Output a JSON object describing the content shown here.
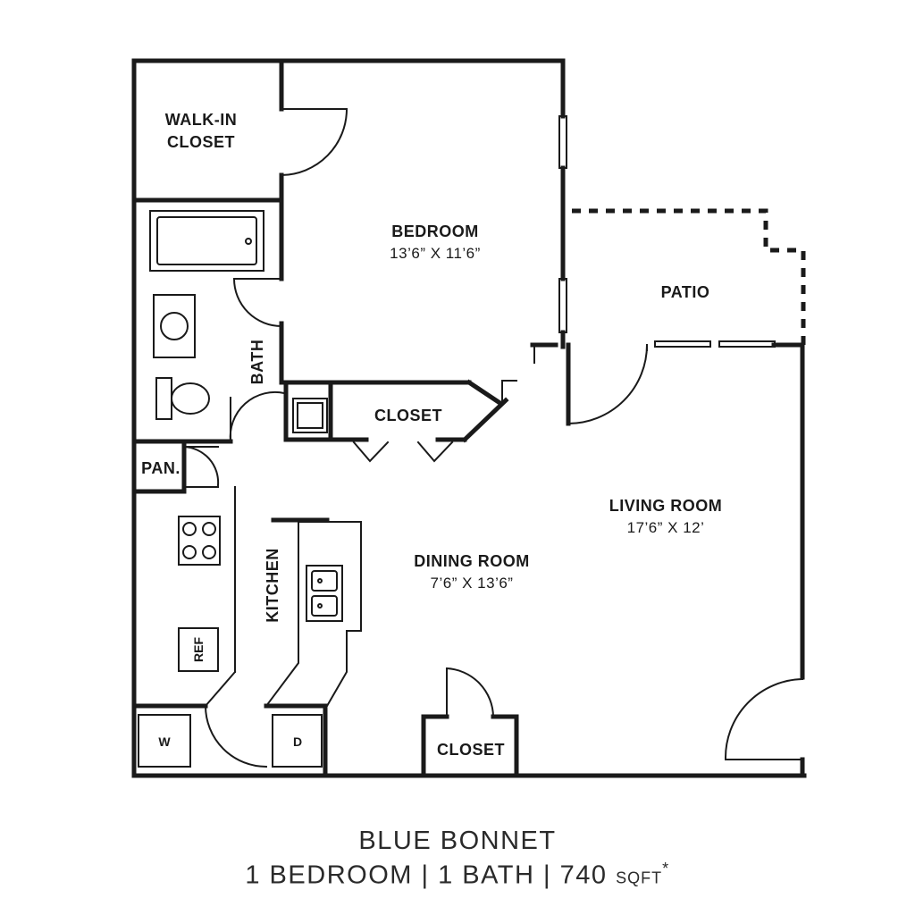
{
  "plan_name": "BLUE BONNET",
  "details": {
    "bedrooms": "1 BEDROOM",
    "separator": "|",
    "baths": "1 BATH",
    "area": "740",
    "area_unit": "SQFT",
    "asterisk": "*"
  },
  "rooms": {
    "walk_in_closet": [
      "WALK-IN",
      "CLOSET"
    ],
    "bedroom": {
      "name": "BEDROOM",
      "dims": "13’6” X 11’6”"
    },
    "patio": "PATIO",
    "bath": "BATH",
    "closet_hall": "CLOSET",
    "pantry": "PAN.",
    "kitchen": "KITCHEN",
    "dining_room": {
      "name": "DINING ROOM",
      "dims": "7’6” X 13’6”"
    },
    "living_room": {
      "name": "LIVING ROOM",
      "dims": "17’6” X 12’"
    },
    "closet_entry": "CLOSET"
  },
  "appliances": {
    "refrigerator": "REF",
    "washer": "W",
    "dryer": "D"
  },
  "colors": {
    "wall": "#1a1a1a",
    "background": "#ffffff"
  }
}
